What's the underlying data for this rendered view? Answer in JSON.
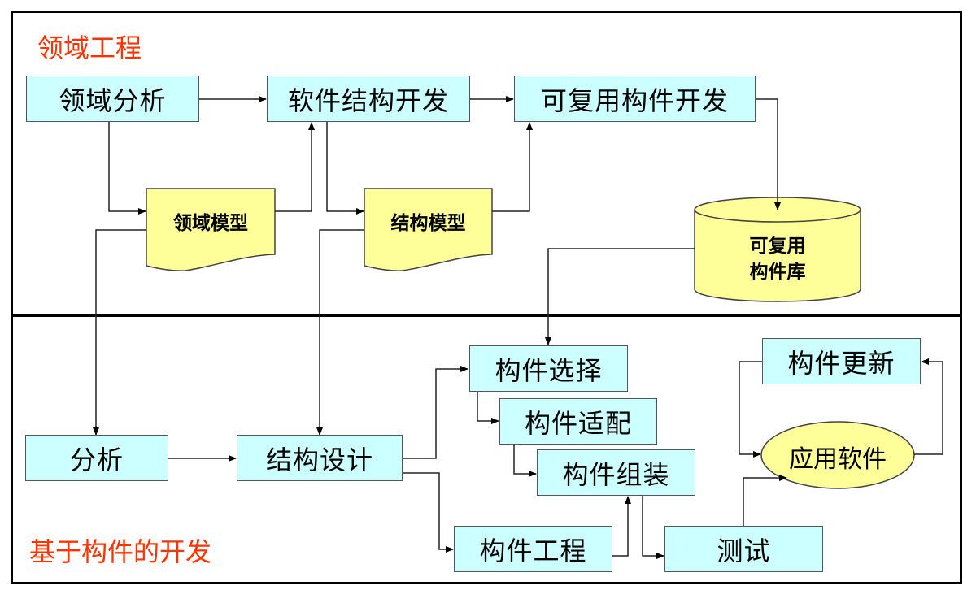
{
  "sections": {
    "domain_engineering": "领域工程",
    "component_based_development": "基于构件的开发"
  },
  "nodes": {
    "domain_analysis": "领域分析",
    "architecture_development": "软件结构开发",
    "reusable_component_development": "可复用构件开发",
    "domain_model": "领域模型",
    "architecture_model": "结构模型",
    "component_library_line1": "可复用",
    "component_library_line2": "构件库",
    "analysis": "分析",
    "architecture_design": "结构设计",
    "component_selection": "构件选择",
    "component_adaptation": "构件适配",
    "component_assembly": "构件组装",
    "component_engineering": "构件工程",
    "testing": "测试",
    "application_software": "应用软件",
    "component_update": "构件更新"
  },
  "colors": {
    "process_box": "#ccffff",
    "document_fill": "#ffff99",
    "section_title": "#ff3300",
    "border": "#000000"
  }
}
